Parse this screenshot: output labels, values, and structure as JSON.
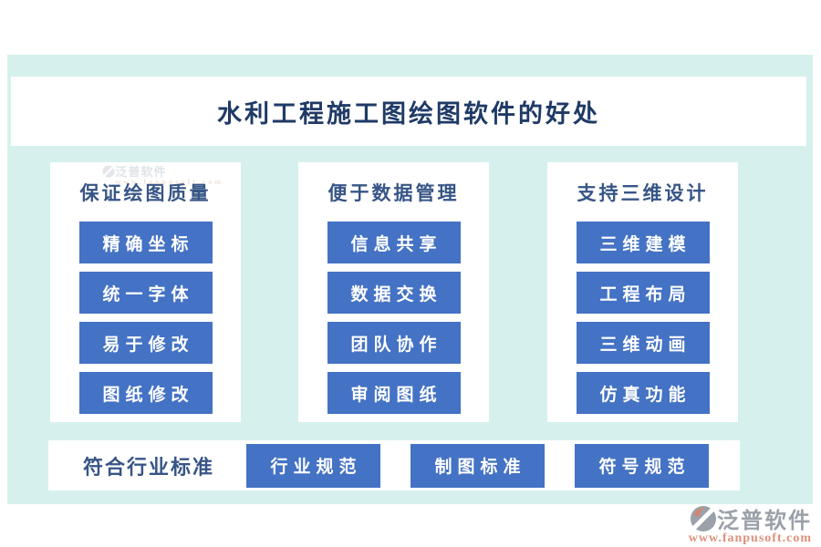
{
  "page": {
    "title": "水利工程施工图绘图软件的好处"
  },
  "columns": [
    {
      "header": "保证绘图质量",
      "items": [
        "精确坐标",
        "统一字体",
        "易于修改",
        "图纸修改"
      ]
    },
    {
      "header": "便于数据管理",
      "items": [
        "信息共享",
        "数据交换",
        "团队协作",
        "审阅图纸"
      ]
    },
    {
      "header": "支持三维设计",
      "items": [
        "三维建模",
        "工程布局",
        "三维动画",
        "仿真功能"
      ]
    }
  ],
  "footer_bar": {
    "label": "符合行业标准",
    "items": [
      "行业规范",
      "制图标准",
      "符号规范"
    ]
  },
  "branding": {
    "name": "泛普软件",
    "url": "www.fanpusoft.com",
    "watermark_name": "泛普软件",
    "watermark_url": "www.fanpusoft.com"
  },
  "colors": {
    "mint_bg": "#d6f1ed",
    "button_blue": "#4472c4",
    "title_navy": "#1f3a66",
    "header_blue": "#375586",
    "brand_gray": "#9ba1a9",
    "brand_orange": "#e0907c"
  }
}
